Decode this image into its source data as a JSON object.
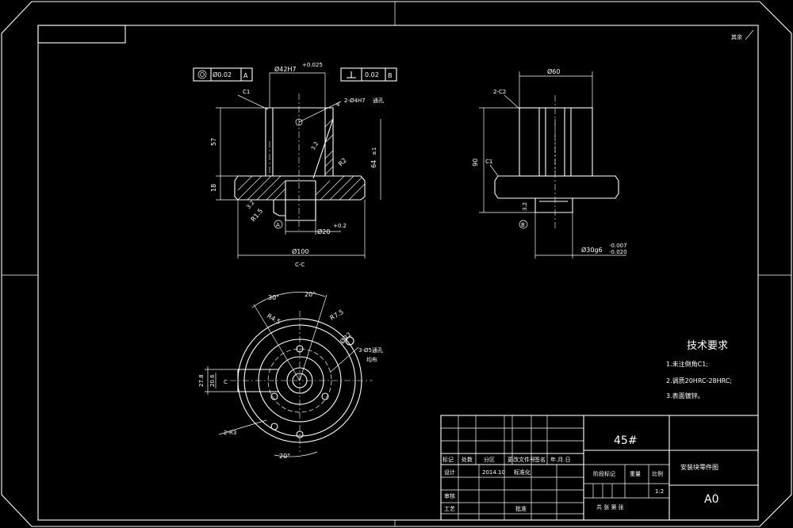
{
  "corner_note": "其余",
  "front_view": {
    "geom_tol_left": {
      "symbol": "◎",
      "value": "Ø0.02",
      "datum": "A"
    },
    "geom_tol_right": {
      "symbol": "⊥",
      "value": "0.02",
      "datum": "B"
    },
    "dim_bore": "Ø42H7",
    "dim_bore_tol": "+0.025",
    "dim_c1": "C1",
    "dim_holes": "2-Ø4H7",
    "dim_holes_note": "通孔",
    "dim_4": "4",
    "dim_57": "57",
    "dim_18": "18",
    "dim_64": "64",
    "dim_64_tol": "±1",
    "dim_r2": "R2",
    "dim_r15": "R1.5",
    "dim_20": "Ø20",
    "dim_20_tol": "+0.2",
    "dim_100": "Ø100",
    "datum_a": "A",
    "section_label": "C-C",
    "roughness": "3.2"
  },
  "side_view": {
    "dim_60": "Ø60",
    "dim_2c2": "2-C2",
    "dim_90": "90",
    "dim_c1": "C1",
    "dim_30": "Ø30g6",
    "dim_30_tol_upper": "-0.007",
    "dim_30_tol_lower": "-0.020",
    "datum_b": "B",
    "roughness": "3.2"
  },
  "top_view": {
    "dim_30deg": "30°",
    "dim_20deg_top": "20°",
    "dim_r45": "R4.5",
    "dim_r75": "R7.5",
    "dim_22": "Ø22",
    "dim_holes": "3-Ø5通孔",
    "dim_holes2": "均布",
    "dim_left": "27.8",
    "dim_left2": "20.6",
    "dim_c": "C",
    "dim_2r3": "2-R3",
    "dim_20deg_bottom": "20°"
  },
  "tech": {
    "title": "技术要求",
    "items": [
      "1.未注倒角C1;",
      "2.调质20HRC-28HRC;",
      "3.表面镀锌。"
    ]
  },
  "title_block": {
    "material": "45#",
    "part_name": "安装块零件图",
    "drawing_no": "A0",
    "scale": "1:2",
    "date": "2014.10",
    "hdr_mark": "标记",
    "hdr_qty": "处数",
    "hdr_zone": "分区",
    "hdr_docno": "更改文件号",
    "hdr_sign": "签名",
    "hdr_date": "年.月.日",
    "row_design": "设计",
    "row_std": "标准化",
    "row_review": "审核",
    "row_process": "工艺",
    "row_approve": "批准",
    "stage_mark": "阶段标记",
    "weight": "重量",
    "ratio": "比例",
    "sheets": "共  张  第  张"
  }
}
